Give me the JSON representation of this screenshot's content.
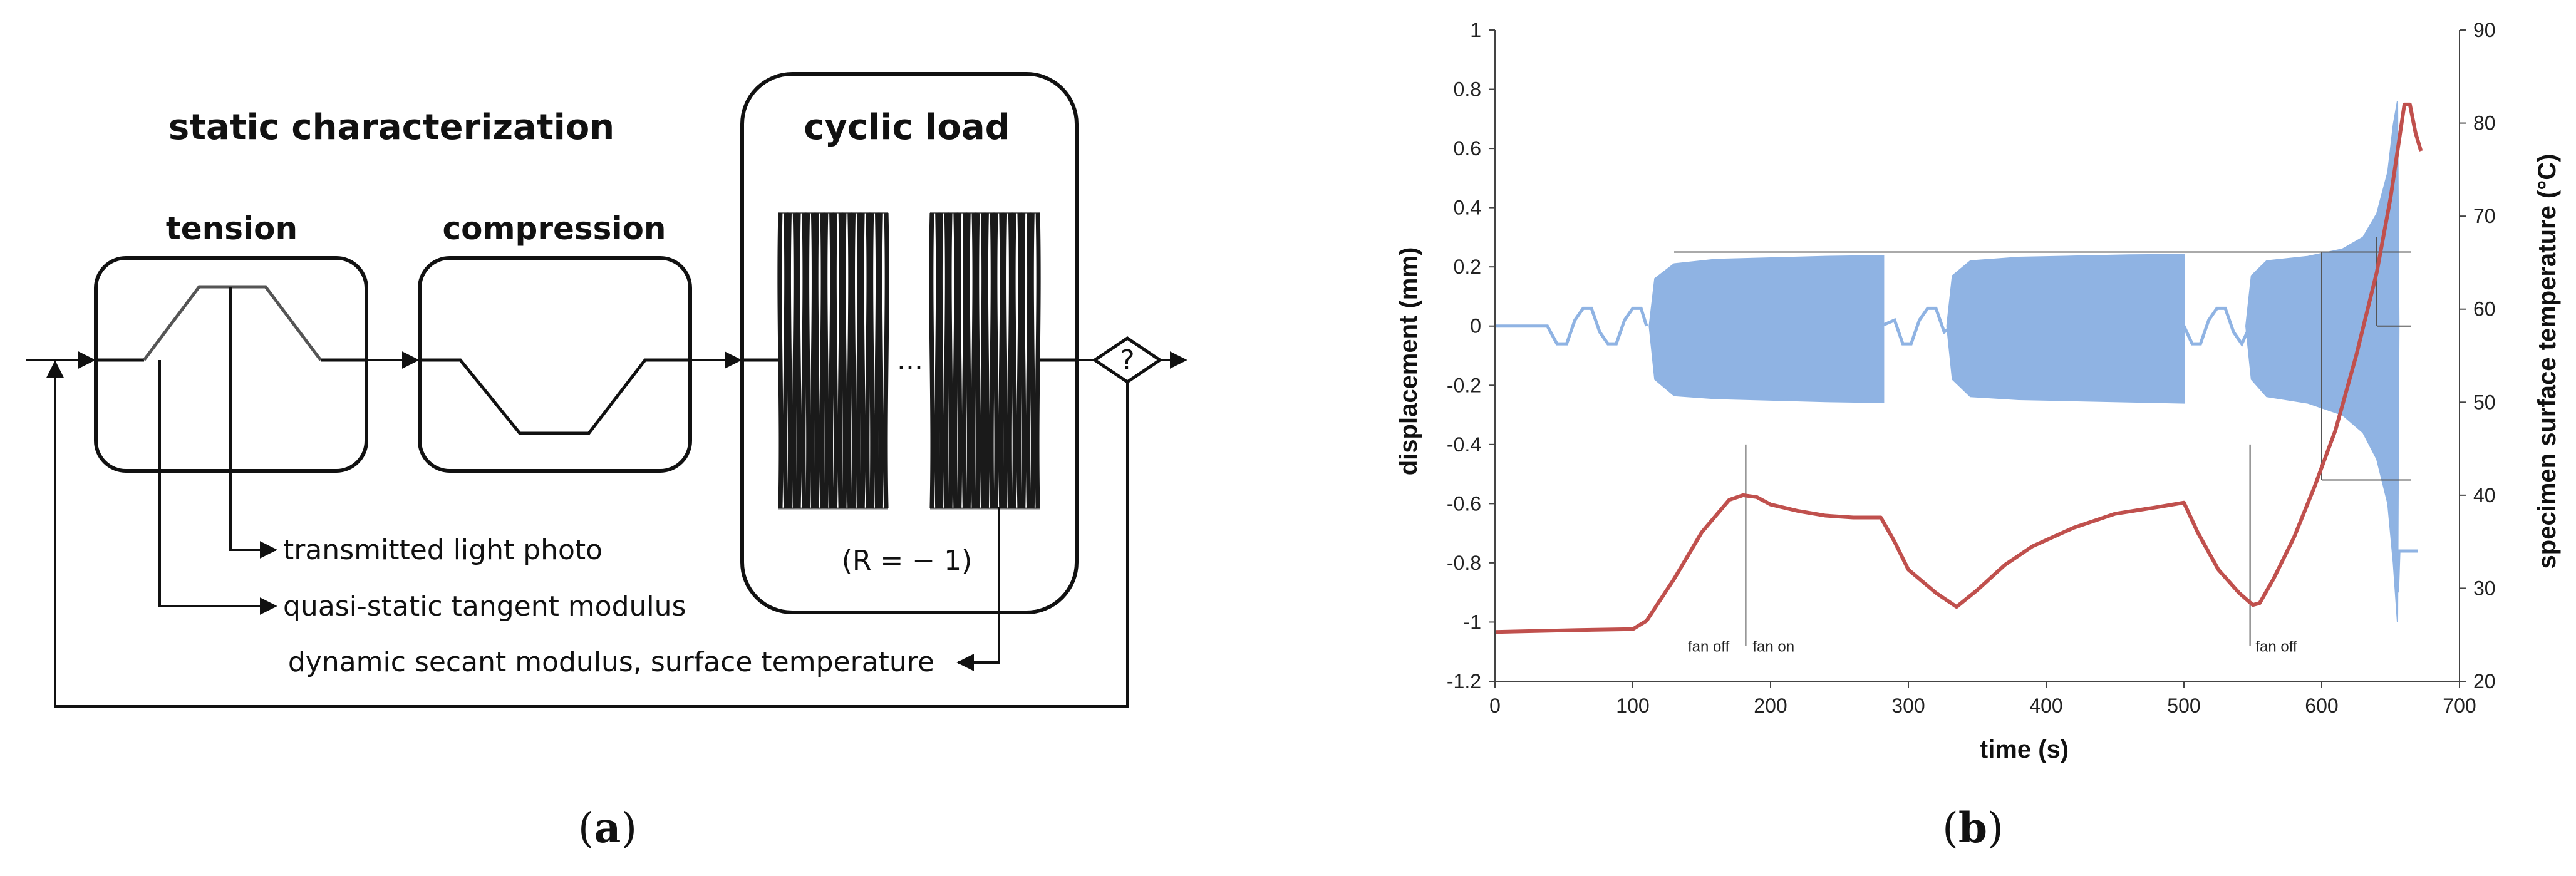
{
  "diagram": {
    "static_heading": "static characterization",
    "tension_label": "tension",
    "compression_label": "compression",
    "cyclic_heading": "cyclic load",
    "ellipsis": "...",
    "decision_symbol": "?",
    "ratio_label": "(R = − 1)",
    "note_light": "transmitted light photo",
    "note_tangent": "quasi-static tangent modulus",
    "note_secant": "dynamic secant modulus, surface temperature"
  },
  "captions": {
    "a_open": "(",
    "a_letter": "a",
    "a_close": ")",
    "b_open": "(",
    "b_letter": "b",
    "b_close": ")"
  },
  "chart_data": {
    "type": "line",
    "xlabel": "time (s)",
    "ylabel": "displacement (mm)",
    "y2label": "specimen surface temperature (°C)",
    "xlim": [
      0,
      700
    ],
    "ylim": [
      -1.2,
      1
    ],
    "y2lim": [
      20,
      90
    ],
    "xticks": [
      0,
      100,
      200,
      300,
      400,
      500,
      600,
      700
    ],
    "yticks": [
      1,
      0.8,
      0.6,
      0.4,
      0.2,
      0,
      -0.2,
      -0.4,
      -0.6,
      -0.8,
      -1,
      -1.2
    ],
    "y2ticks": [
      90,
      80,
      70,
      60,
      50,
      40,
      30,
      20
    ],
    "colors": {
      "displacement": "#8fb3e3",
      "temperature": "#c0504d"
    },
    "displacement": {
      "static_segments": [
        {
          "x": [
            0,
            38,
            45,
            52,
            58,
            64,
            70,
            76,
            82,
            88,
            94,
            100,
            106,
            110
          ],
          "y": [
            0,
            0,
            -0.06,
            -0.06,
            0.02,
            0.06,
            0.06,
            -0.02,
            -0.06,
            -0.06,
            0.02,
            0.06,
            0.06,
            0.0
          ]
        },
        {
          "x": [
            280,
            290,
            296,
            302,
            308,
            314,
            320,
            326,
            332
          ],
          "y": [
            0,
            0.02,
            -0.06,
            -0.06,
            0.02,
            0.06,
            0.06,
            -0.02,
            0
          ]
        },
        {
          "x": [
            500,
            506,
            512,
            518,
            524,
            530,
            536,
            542,
            548
          ],
          "y": [
            0,
            -0.06,
            -0.06,
            0.02,
            0.06,
            0.06,
            -0.02,
            -0.06,
            0
          ]
        }
      ],
      "cyclic_blocks": [
        {
          "x": [
            112,
            116,
            130,
            160,
            200,
            240,
            282
          ],
          "upper": [
            0.0,
            0.16,
            0.21,
            0.225,
            0.23,
            0.235,
            0.238
          ],
          "lower": [
            0.0,
            -0.18,
            -0.235,
            -0.245,
            -0.25,
            -0.255,
            -0.258
          ]
        },
        {
          "x": [
            328,
            332,
            345,
            380,
            420,
            460,
            500
          ],
          "upper": [
            0.0,
            0.17,
            0.22,
            0.232,
            0.236,
            0.24,
            0.242
          ],
          "lower": [
            0.0,
            -0.18,
            -0.238,
            -0.248,
            -0.252,
            -0.256,
            -0.26
          ]
        },
        {
          "x": [
            545,
            549,
            560,
            590,
            615,
            630,
            640,
            648,
            652,
            655,
            656
          ],
          "upper": [
            0.0,
            0.17,
            0.22,
            0.235,
            0.26,
            0.3,
            0.38,
            0.52,
            0.68,
            0.76,
            0.0
          ],
          "lower": [
            0.0,
            -0.18,
            -0.238,
            -0.26,
            -0.3,
            -0.36,
            -0.45,
            -0.6,
            -0.8,
            -1.0,
            0.0
          ]
        }
      ],
      "tail": {
        "x": [
          655,
          656,
          658,
          670
        ],
        "y": [
          -0.9,
          -0.76,
          -0.76,
          -0.76
        ]
      }
    },
    "temperature": {
      "x": [
        0,
        60,
        100,
        110,
        130,
        150,
        170,
        180,
        190,
        200,
        220,
        240,
        260,
        280,
        290,
        300,
        320,
        335,
        350,
        370,
        390,
        420,
        450,
        480,
        500,
        510,
        525,
        540,
        550,
        555,
        565,
        580,
        595,
        610,
        625,
        640,
        650,
        657,
        660,
        664,
        668,
        672
      ],
      "y": [
        25.3,
        25.5,
        25.6,
        26.5,
        31,
        36,
        39.5,
        40,
        39.8,
        39,
        38.3,
        37.8,
        37.6,
        37.6,
        35,
        32,
        29.5,
        28,
        29.8,
        32.5,
        34.5,
        36.5,
        38,
        38.7,
        39.2,
        36,
        32,
        29.5,
        28.2,
        28.4,
        31,
        35.5,
        41,
        47,
        55,
        64,
        72,
        79,
        82,
        82,
        79,
        77
      ]
    },
    "reference_lines": [
      {
        "type": "h",
        "y": 0.25,
        "x0": 130,
        "x1": 665
      },
      {
        "type": "h",
        "y": 0.0,
        "x0": 640,
        "x1": 665
      },
      {
        "type": "h",
        "y": -0.52,
        "x0": 600,
        "x1": 665
      },
      {
        "type": "v",
        "x": 600,
        "y0": -0.52,
        "y1": 0.25
      },
      {
        "type": "v",
        "x": 640,
        "y0": 0.0,
        "y1": 0.3
      },
      {
        "type": "v",
        "x": 182,
        "y0": -1.08,
        "y1": -0.4
      },
      {
        "type": "v",
        "x": 548,
        "y0": -1.08,
        "y1": -0.4
      }
    ],
    "annotations": [
      {
        "text": "fan off",
        "x": 140,
        "y": -1.1
      },
      {
        "text": "fan on",
        "x": 187,
        "y": -1.1
      },
      {
        "text": "fan off",
        "x": 552,
        "y": -1.1
      }
    ]
  }
}
